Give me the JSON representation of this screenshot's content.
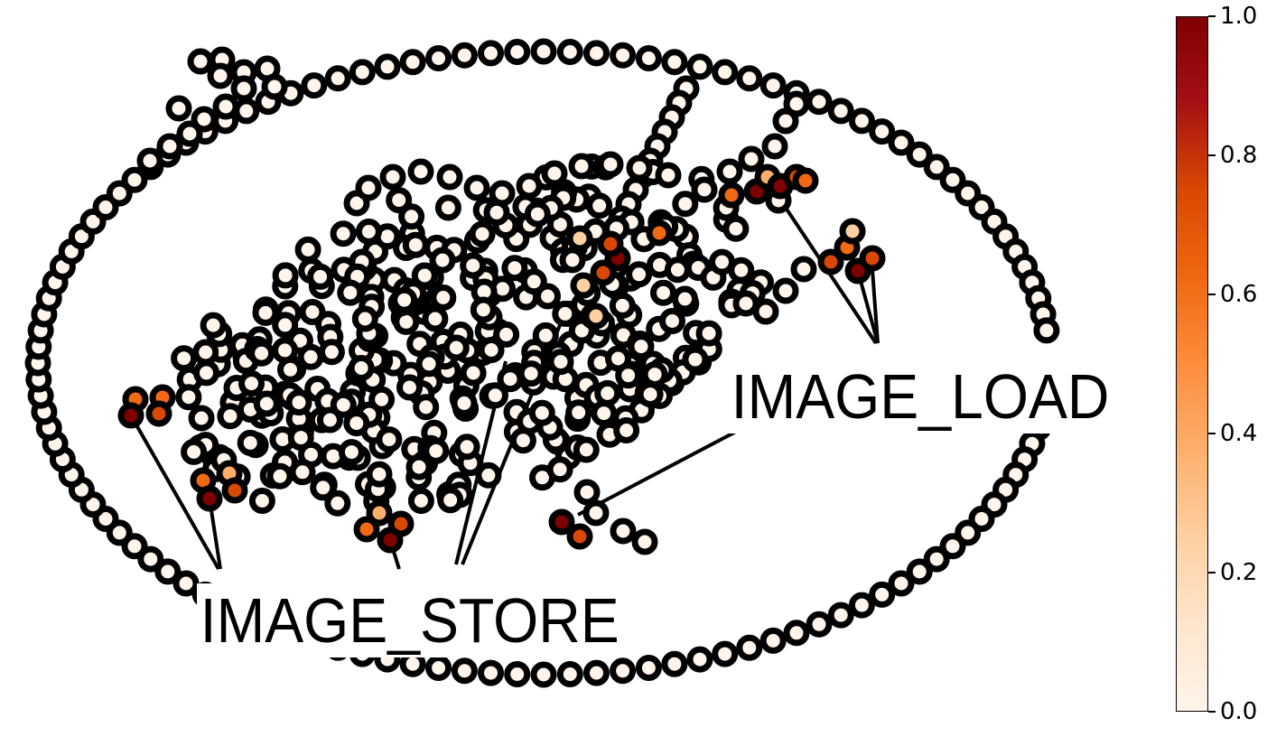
{
  "labels": {
    "image_load": "IMAGE_LOAD",
    "image_store": "IMAGE_STORE"
  },
  "colorbar": {
    "min": 0.0,
    "max": 1.0,
    "ticks": [
      "0.0",
      "0.2",
      "0.4",
      "0.6",
      "0.8",
      "1.0"
    ],
    "colormap": "OrRd",
    "colors": [
      "#fff5eb",
      "#fdd0a2",
      "#fdae6b",
      "#f16913",
      "#d94801",
      "#7f0000"
    ]
  },
  "node_style": {
    "fill_default": "#fff5eb",
    "stroke": "#000000"
  }
}
